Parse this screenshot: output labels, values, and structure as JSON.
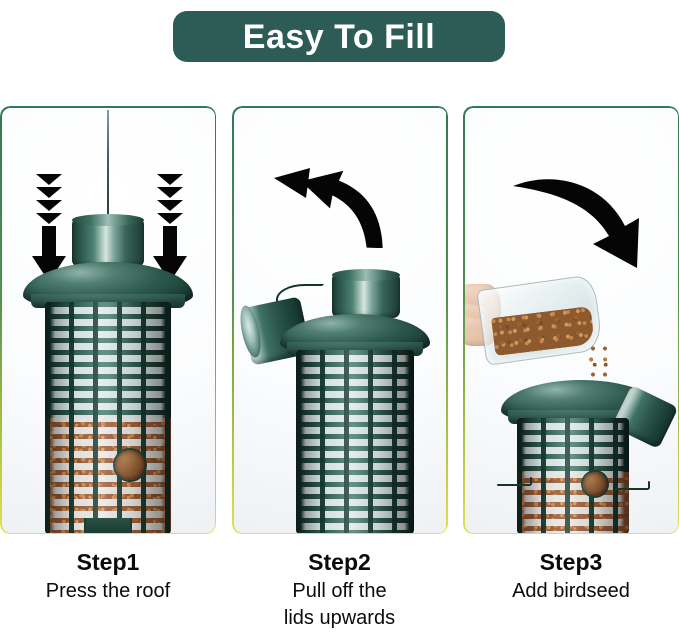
{
  "banner": {
    "title": "Easy To Fill",
    "background_color": "#2d5b56",
    "text_color": "#ffffff"
  },
  "theme": {
    "page_background": "#ffffff",
    "panel_border_top_color": "#2f7a57",
    "panel_border_bottom_color": "#e2e24a",
    "product_green": "#2d5a4d",
    "seed_brown": "#9b5c36",
    "arrow_color": "#050505",
    "caption_color": "#0b0b0b"
  },
  "panels": [
    {
      "id": "step-1",
      "alt": "Green tube bird feeder hanging from a wire with two downward arrows pressing the roof",
      "icons": [
        "down-arrow-icon",
        "down-arrow-icon",
        "hanging-wire-icon",
        "bird-feeder-icon"
      ],
      "arrow_type": "double-down-arrow",
      "arrow_count": 2,
      "chevrons_per_arrow": 4,
      "feeder_state": "assembled-filled"
    },
    {
      "id": "step-2",
      "alt": "Bird feeder with the lid pulled off and hanging to the side, curved arrow pointing up-left",
      "icons": [
        "curved-up-left-arrow-icon",
        "detached-lid-icon",
        "bird-feeder-icon"
      ],
      "arrow_type": "curved-up-left-arrow",
      "arrow_count": 1,
      "feeder_state": "lid-removed-empty"
    },
    {
      "id": "step-3",
      "alt": "Hand pouring birdseed from a clear scoop into the open feeder, curved arrow pointing down-right",
      "icons": [
        "curved-down-right-arrow-icon",
        "hand-icon",
        "scoop-icon",
        "birdseed-icon",
        "bird-feeder-icon"
      ],
      "arrow_type": "curved-down-right-arrow",
      "arrow_count": 1,
      "feeder_state": "filling-with-seed"
    }
  ],
  "captions": [
    {
      "step": "Step1",
      "text": "Press the roof"
    },
    {
      "step": "Step2",
      "text": "Pull off the\nlids upwards"
    },
    {
      "step": "Step3",
      "text": "Add birdseed"
    }
  ]
}
